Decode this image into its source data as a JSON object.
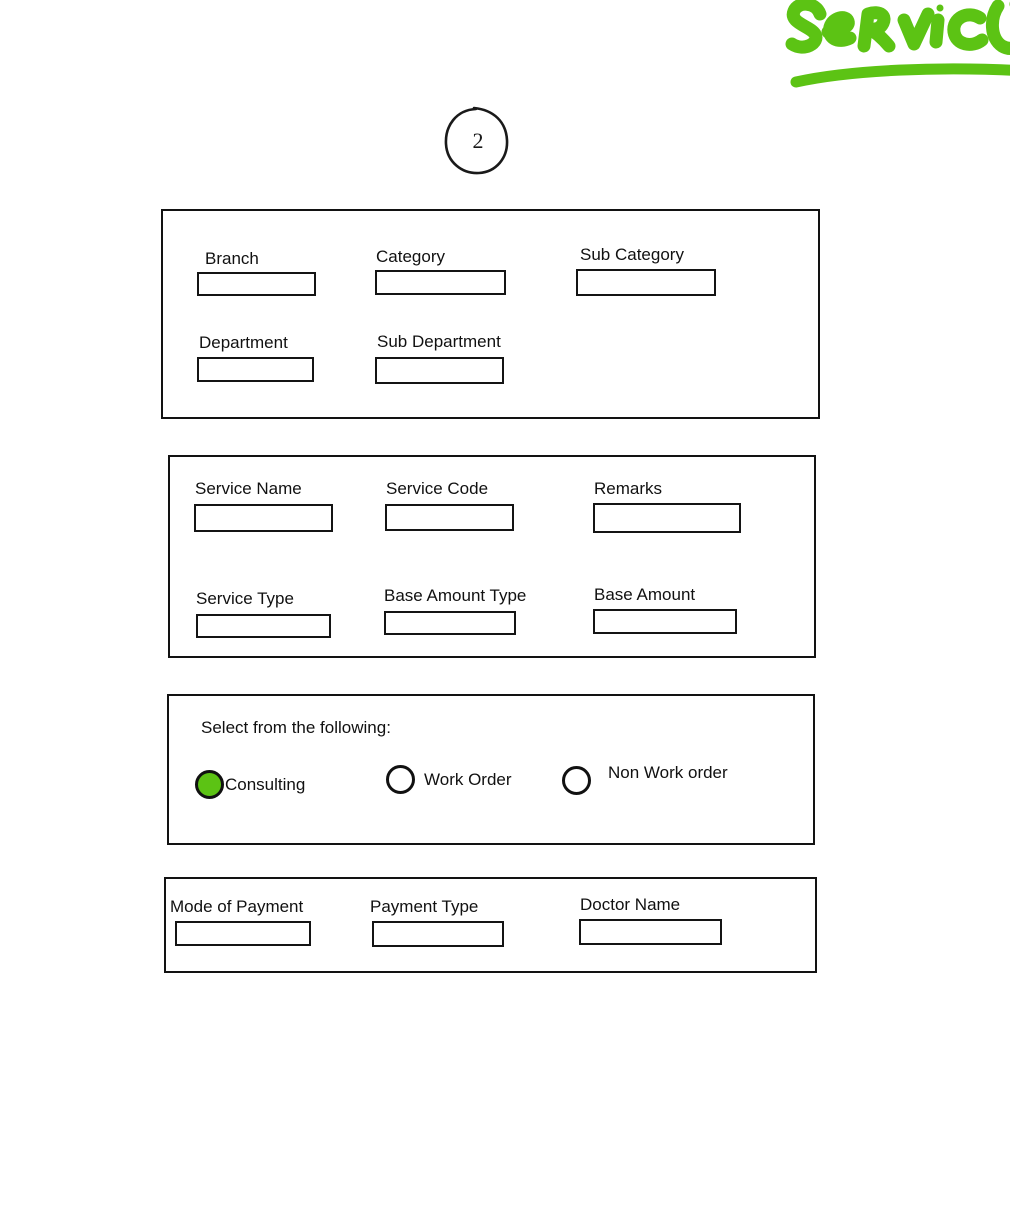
{
  "annotations": {
    "handwritten_title": "Service",
    "handwritten_title_color": "#5CC314",
    "page_number": "2"
  },
  "panels": [
    {
      "id": "classification",
      "name": "classification-panel",
      "fields": [
        {
          "name": "branch",
          "label": "Branch",
          "value": "",
          "placeholder": ""
        },
        {
          "name": "category",
          "label": "Category",
          "value": "",
          "placeholder": ""
        },
        {
          "name": "sub-category",
          "label": "Sub Category",
          "value": "",
          "placeholder": ""
        },
        {
          "name": "department",
          "label": "Department",
          "value": "",
          "placeholder": ""
        },
        {
          "name": "sub-department",
          "label": "Sub Department",
          "value": "",
          "placeholder": ""
        }
      ]
    },
    {
      "id": "service",
      "name": "service-details-panel",
      "fields": [
        {
          "name": "service-name",
          "label": "Service Name",
          "value": "",
          "placeholder": ""
        },
        {
          "name": "service-code",
          "label": "Service Code",
          "value": "",
          "placeholder": ""
        },
        {
          "name": "remarks",
          "label": "Remarks",
          "value": "",
          "placeholder": ""
        },
        {
          "name": "service-type",
          "label": "Service Type",
          "value": "",
          "placeholder": ""
        },
        {
          "name": "base-amount-type",
          "label": "Base Amount Type",
          "value": "",
          "placeholder": ""
        },
        {
          "name": "base-amount",
          "label": "Base Amount",
          "value": "",
          "placeholder": ""
        }
      ]
    },
    {
      "id": "selection",
      "name": "selection-panel",
      "prompt": "Select from the following:",
      "options": [
        {
          "name": "consulting",
          "label": "Consulting",
          "selected": true
        },
        {
          "name": "work-order",
          "label": "Work Order",
          "selected": false
        },
        {
          "name": "non-work-order",
          "label": "Non Work order",
          "selected": false
        }
      ],
      "selected_color": "#5CC314"
    },
    {
      "id": "payment",
      "name": "payment-panel",
      "fields": [
        {
          "name": "mode-of-payment",
          "label": "Mode of Payment",
          "value": "",
          "placeholder": ""
        },
        {
          "name": "payment-type",
          "label": "Payment Type",
          "value": "",
          "placeholder": ""
        },
        {
          "name": "doctor-name",
          "label": "Doctor Name",
          "value": "",
          "placeholder": ""
        }
      ]
    }
  ]
}
